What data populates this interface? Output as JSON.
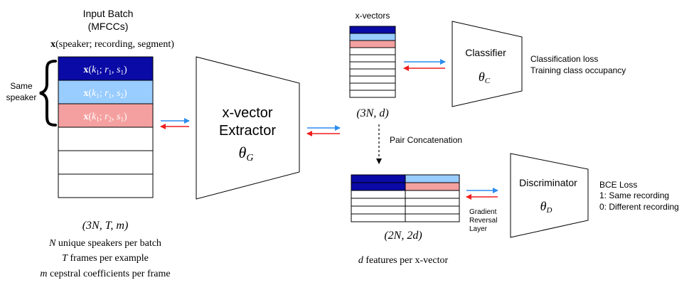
{
  "input_batch": {
    "title_line1": "Input Batch",
    "title_line2": "(MFCCs)",
    "x_def_bold": "x",
    "x_def_rest": "(speaker; recording, segment)",
    "same_speaker_line1": "Same",
    "same_speaker_line2": "speaker",
    "row_labels": [
      {
        "pre": "(",
        "k": "k",
        "ksub": "1",
        "r": "r",
        "rsub": "1",
        "s": "s",
        "ssub": "1"
      },
      {
        "pre": "(",
        "k": "k",
        "ksub": "1",
        "r": "r",
        "rsub": "1",
        "s": "s",
        "ssub": "2"
      },
      {
        "pre": "(",
        "k": "k",
        "ksub": "1",
        "r": "r",
        "rsub": "2",
        "s": "s",
        "ssub": "1"
      }
    ],
    "shape": "(3N, T, m)",
    "notes": [
      {
        "var": "N",
        "text": " unique speakers per batch"
      },
      {
        "var": "T",
        "text": " frames per example"
      },
      {
        "var": "m",
        "text": " cepstral coefficients per frame"
      }
    ]
  },
  "extractor": {
    "line1": "x-vector",
    "line2": "Extractor",
    "theta": "θ",
    "theta_sub": "G"
  },
  "xvectors": {
    "title": "x-vectors",
    "shape": "(3N, d)"
  },
  "classifier": {
    "label": "Classifier",
    "theta": "θ",
    "theta_sub": "C",
    "loss_line1": "Classification loss",
    "loss_line2": "Training class occupancy"
  },
  "pair": {
    "label": "Pair Concatenation",
    "shape": "(2N, 2d)",
    "d_features_var": "d",
    "d_features_text": " features per x-vector"
  },
  "grl": {
    "line1": "Gradient",
    "line2": "Reversal",
    "line3": "Layer"
  },
  "discriminator": {
    "label": "Discriminator",
    "theta": "θ",
    "theta_sub": "D",
    "loss_line1": "BCE Loss",
    "loss_line2": "1: Same recording",
    "loss_line3": "0: Different recording"
  },
  "colors": {
    "dark_blue": "#0a0aa6",
    "light_blue": "#99ccff",
    "pink": "#f5a0a0",
    "arrow_blue": "#2b8cf0",
    "arrow_red": "#ee1c1c"
  }
}
